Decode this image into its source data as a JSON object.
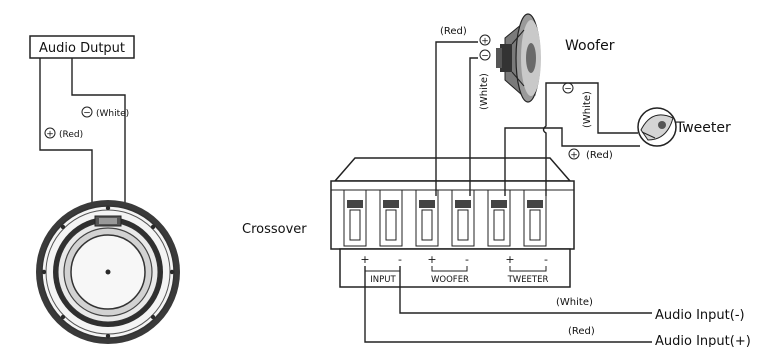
{
  "labels": {
    "audio_output": "Audio Dutput",
    "woofer": "Woofer",
    "tweeter": "Tweeter",
    "crossover": "Crossover",
    "audio_input_neg": "Audio Input(-)",
    "audio_input_pos": "Audio Input(+)"
  },
  "wire_labels": {
    "white_out": "(White)",
    "red_out": "(Red)",
    "red_woofer": "(Red)",
    "white_woofer": "(White)",
    "white_tweeter": "(White)",
    "red_tweeter": "(Red)",
    "white_input": "(White)",
    "red_input": "(Red)"
  },
  "crossover_terminals": {
    "input": "INPUT",
    "woofer": "WOOFER",
    "tweeter": "TWEETER",
    "plus": "+",
    "minus": "-"
  },
  "polarity": {
    "plus": "+",
    "minus": "−"
  }
}
